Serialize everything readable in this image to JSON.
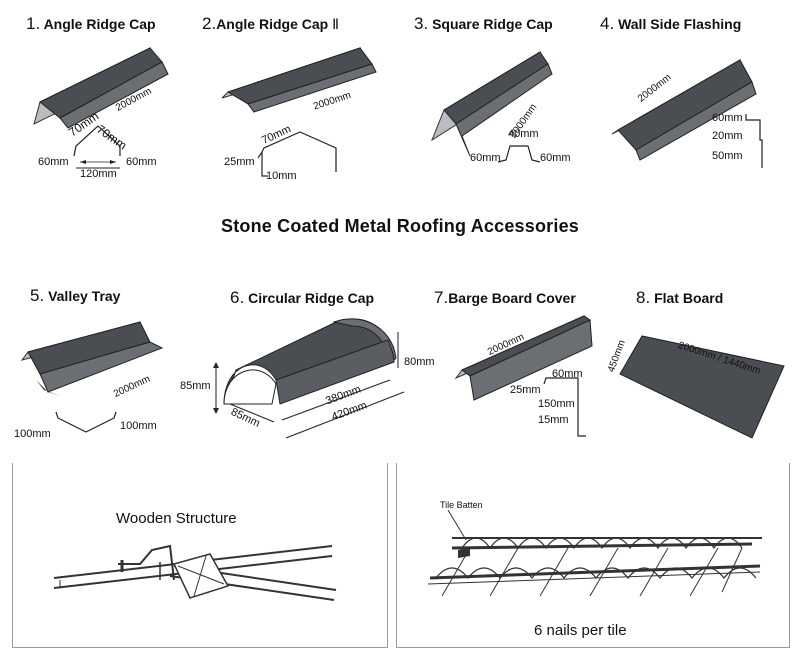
{
  "heading": "Stone Coated Metal Roofing Accessories",
  "items": [
    {
      "num": "1.",
      "name": "Angle Ridge Cap",
      "dims": {
        "length": "2000mm",
        "flank_a": "70mm",
        "flank_b": "70mm",
        "lip_a": "60mm",
        "lip_b": "60mm",
        "base": "120mm"
      }
    },
    {
      "num": "2.",
      "name": "Angle Ridge Cap",
      "suffix": "Ⅱ",
      "dims": {
        "length": "2000mm",
        "flank": "70mm",
        "lip": "25mm",
        "tail": "10mm"
      }
    },
    {
      "num": "3.",
      "name": "Square Ridge Cap",
      "dims": {
        "length": "2000mm",
        "top": "40mm",
        "lip_a": "60mm",
        "lip_b": "60mm"
      }
    },
    {
      "num": "4.",
      "name": "Wall Side Flashing",
      "dims": {
        "length": "2000mm",
        "a": "60mm",
        "b": "20mm",
        "c": "50mm"
      }
    },
    {
      "num": "5.",
      "name": "Valley Tray",
      "dims": {
        "length": "2000mm",
        "a": "100mm",
        "b": "100mm"
      }
    },
    {
      "num": "6.",
      "name": "Circular Ridge Cap",
      "dims": {
        "height": "85mm",
        "radius": "85mm",
        "inner": "380mm",
        "outer": "420mm",
        "end": "80mm"
      }
    },
    {
      "num": "7.",
      "name": "Barge Board Cover",
      "dims": {
        "length": "2000mm",
        "top": "60mm",
        "lip": "25mm",
        "face": "150mm",
        "tail": "15mm"
      }
    },
    {
      "num": "8.",
      "name": "Flat Board",
      "dims": {
        "length": "2000mm / 1440mm",
        "width": "450mm"
      }
    }
  ],
  "bottom": {
    "left_caption": "Wooden Structure",
    "right_label": "Tile Batten",
    "right_caption": "6 nails per tile"
  },
  "colors": {
    "metal_dark": "#4a4d52",
    "metal_mid": "#6b6e73",
    "metal_light": "#b9bcc0",
    "line": "#333333"
  }
}
